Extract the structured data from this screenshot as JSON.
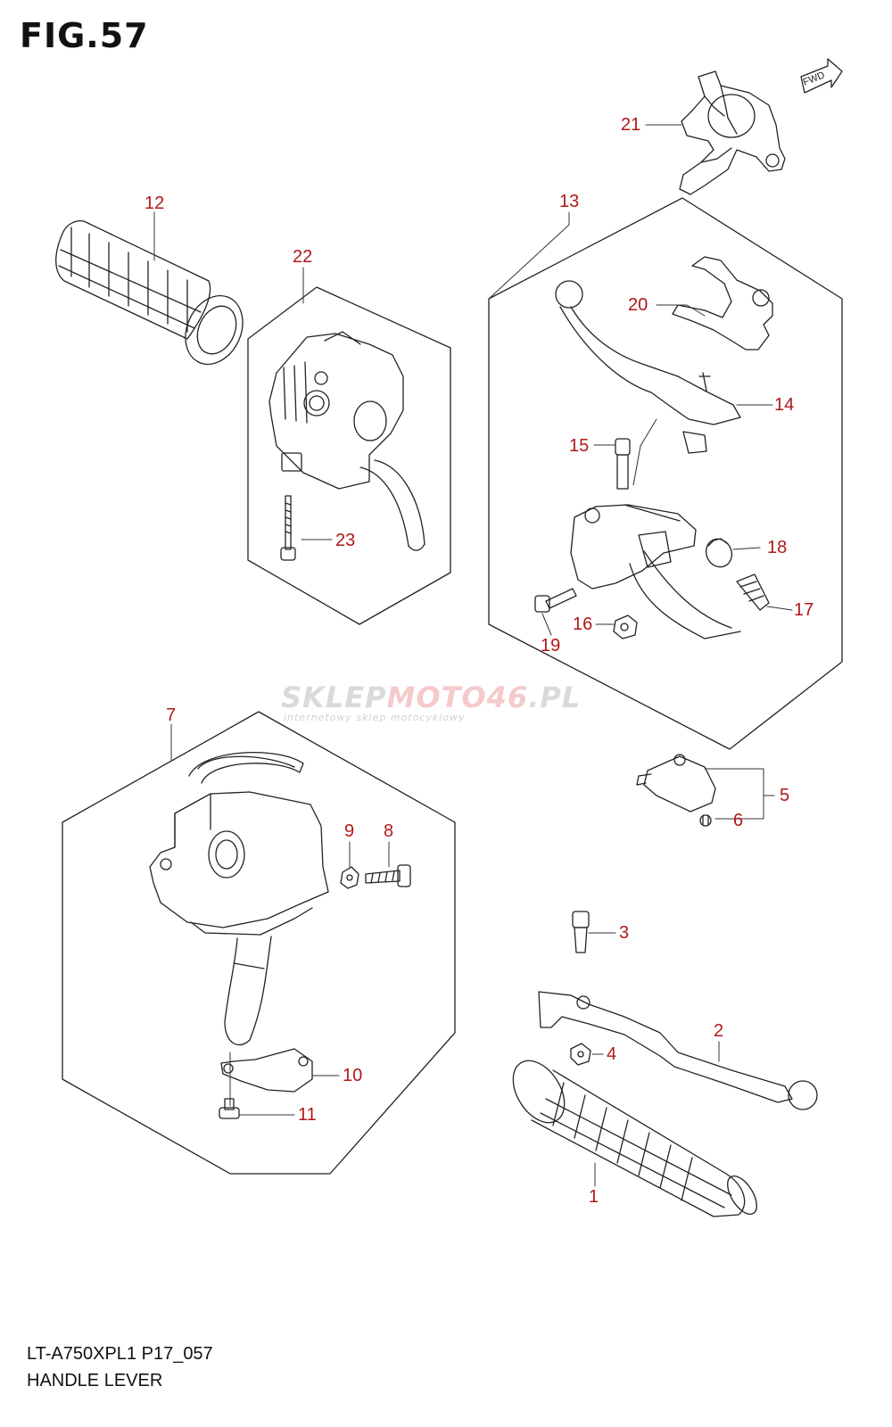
{
  "figure": {
    "title": "FIG.57"
  },
  "footer": {
    "model": "LT-A750XPL1 P17_057",
    "caption": "HANDLE LEVER"
  },
  "direction_badge": "FWD",
  "watermark": {
    "brand_part1": "SKLEP",
    "brand_part2": "MOTO46",
    "brand_part3": ".PL",
    "tagline": "internetowy sklep motocyklowy"
  },
  "callouts": {
    "c1": "1",
    "c2": "2",
    "c3": "3",
    "c4": "4",
    "c5": "5",
    "c6": "6",
    "c7": "7",
    "c8": "8",
    "c9": "9",
    "c10": "10",
    "c11": "11",
    "c12": "12",
    "c13": "13",
    "c14": "14",
    "c15": "15",
    "c16": "16",
    "c17": "17",
    "c18": "18",
    "c19": "19",
    "c20": "20",
    "c21": "21",
    "c22": "22",
    "c23": "23"
  },
  "colors": {
    "callout": "#b01818",
    "line": "#222222"
  }
}
